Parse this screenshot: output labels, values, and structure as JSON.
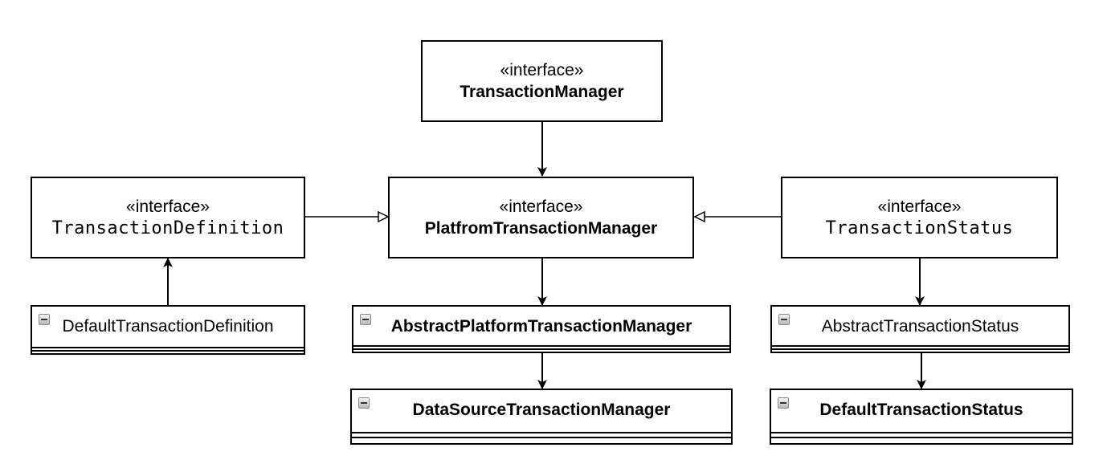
{
  "stereotype": "«interface»",
  "interfaces": {
    "transaction_manager": "TransactionManager",
    "platform_transaction_manager": "PlatfromTransactionManager",
    "transaction_definition": "TransactionDefinition",
    "transaction_status": "TransactionStatus"
  },
  "classes": {
    "default_transaction_definition": "DefaultTransactionDefinition",
    "abstract_platform_transaction_manager": "AbstractPlatformTransactionManager",
    "datasource_transaction_manager": "DataSourceTransactionManager",
    "abstract_transaction_status": "AbstractTransactionStatus",
    "default_transaction_status": "DefaultTransactionStatus"
  },
  "icons": {
    "collapse": "collapse-icon"
  }
}
